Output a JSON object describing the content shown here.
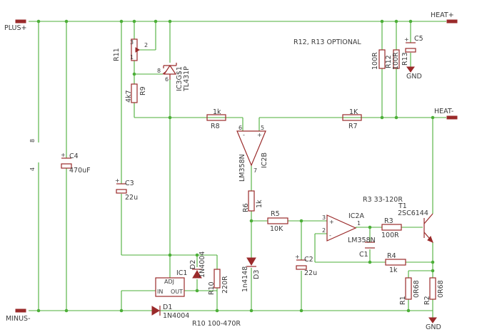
{
  "nets": {
    "plus": "PLUS+",
    "minus": "MINUS-",
    "heat_plus": "HEAT+",
    "heat_minus": "HEAT-",
    "gnd_top": "GND",
    "gnd_bottom": "GND"
  },
  "notes": {
    "optional": "R12, R13 OPTIONAL",
    "r3_range": "R3 33-120R",
    "r10_range": "R10 100-470R"
  },
  "pins": {
    "p8": "8",
    "p4": "4",
    "r11_p1": "1",
    "r11_p2": "2",
    "r11_p3": "3",
    "ic3_p8": "8",
    "ic3_p6": "6",
    "ic2b_p6": "6",
    "ic2b_p5": "5",
    "ic2b_p7": "7",
    "ic2a_p3": "3",
    "ic2a_p2": "2",
    "ic2a_p1": "1",
    "ic1_adj": "ADJ",
    "ic1_in": "IN",
    "ic1_out": "OUT"
  },
  "components": {
    "r11": "R11",
    "ic3_name": "IC3G$1",
    "ic3_part": "TL431P",
    "r9_name": "R9",
    "r9_value": "4k7",
    "r8_name": "R8",
    "r8_value": "1k",
    "r7_name": "R7",
    "r7_value": "1K",
    "r12_name": "R12",
    "r12_value": "100R",
    "r13_name": "R13",
    "r13_value": "100R",
    "r12_side_value": "100R",
    "c5_name": "C5",
    "c4_name": "C4",
    "c4_value": "470uF",
    "c3_name": "C3",
    "c3_value": "22u",
    "ic2b_part": "LM358N",
    "ic2b_name": "IC2B",
    "r6_name": "R6",
    "r6_value": "1k",
    "r5_name": "R5",
    "r5_value": "10K",
    "ic2a_name": "IC2A",
    "ic2a_part": "LM358N",
    "r3_name": "R3",
    "r3_value": "100R",
    "t1_name": "T1",
    "t1_part": "2SC6144",
    "c1_name": "C1",
    "r4_name": "R4",
    "r4_value": "1k",
    "c2_name": "C2",
    "c2_value": "22u",
    "d3_name": "D3",
    "d3_part": "1n4148",
    "ic1_name": "IC1",
    "d2_name": "D2",
    "d2_part": "1N4004",
    "r10_name": "R10",
    "r10_value": "220R",
    "d1_name": "D1",
    "d1_part": "1N4004",
    "r1_name": "R1",
    "r1_value": "0R68",
    "r2_name": "R2",
    "r2_value": "0R68"
  }
}
